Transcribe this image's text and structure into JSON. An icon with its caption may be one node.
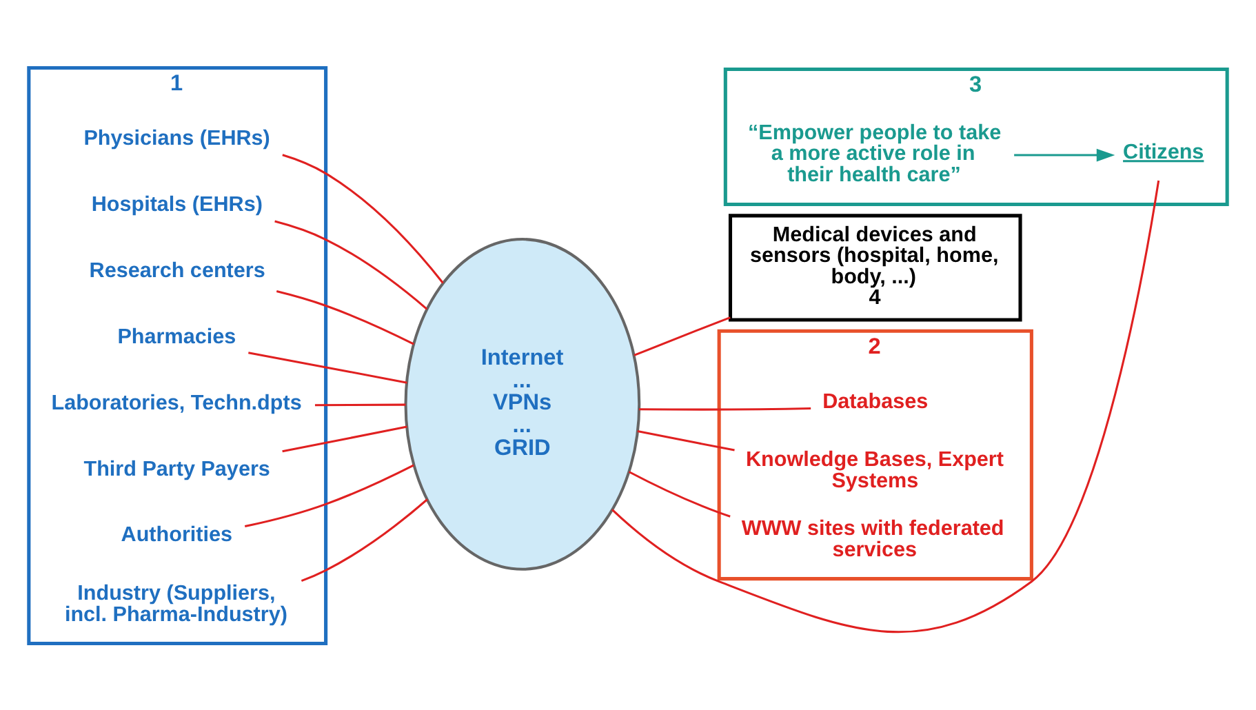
{
  "diagram": {
    "nodes": [
      {
        "text": [
          "1"
        ]
      },
      {
        "text": [
          "Physicians (EHRs)"
        ],
        "in": 0
      },
      {
        "text": [
          "Hospitals (EHRs)"
        ],
        "in": 0
      },
      {
        "text": [
          "Research centers"
        ],
        "in": 0
      },
      {
        "text": [
          "Pharmacies"
        ],
        "in": 0
      },
      {
        "text": [
          "Laboratories, Techn.dpts"
        ],
        "in": 0
      },
      {
        "text": [
          "Third Party Payers"
        ],
        "in": 0
      },
      {
        "text": [
          "Authorities"
        ],
        "in": 0
      },
      {
        "text": [
          "Industry (Suppliers, incl. Pharma-Industry)"
        ],
        "in": 0
      },
      {
        "text": [
          "Internet",
          "...",
          "VPNs",
          "...",
          "GRID"
        ]
      },
      {
        "text": [
          "3"
        ]
      },
      {
        "text": [
          "Citizens"
        ],
        "in": 10
      },
      {
        "text": [
          "“Empower people to take a more active role in their health care”"
        ],
        "in": 10
      },
      {
        "text": [
          "Medical devices and sensors (hospital, home, body, ...)",
          "4"
        ]
      },
      {
        "text": [
          "2"
        ]
      },
      {
        "text": [
          "Databases"
        ],
        "in": 14
      },
      {
        "text": [
          "Knowledge Bases, Expert Systems"
        ],
        "in": 14
      },
      {
        "text": [
          "WWW sites with federated services"
        ],
        "in": 14
      }
    ],
    "edges": [
      {
        "from": 1,
        "to": 9,
        "arrow": "none"
      },
      {
        "from": 2,
        "to": 9,
        "arrow": "none"
      },
      {
        "from": 3,
        "to": 9,
        "arrow": "none"
      },
      {
        "from": 4,
        "to": 9,
        "arrow": "none"
      },
      {
        "from": 5,
        "to": 9,
        "arrow": "none"
      },
      {
        "from": 6,
        "to": 9,
        "arrow": "none"
      },
      {
        "from": 7,
        "to": 9,
        "arrow": "none"
      },
      {
        "from": 8,
        "to": 9,
        "arrow": "none"
      },
      {
        "from": 11,
        "to": 9,
        "arrow": "none"
      },
      {
        "from": 12,
        "to": 11,
        "arrow": "to",
        "color": "#1a9a8f"
      },
      {
        "from": 13,
        "to": 9,
        "arrow": "none"
      },
      {
        "from": 15,
        "to": 9,
        "arrow": "none"
      },
      {
        "from": 16,
        "to": 9,
        "arrow": "none"
      },
      {
        "from": 17,
        "to": 9,
        "arrow": "none"
      }
    ]
  }
}
